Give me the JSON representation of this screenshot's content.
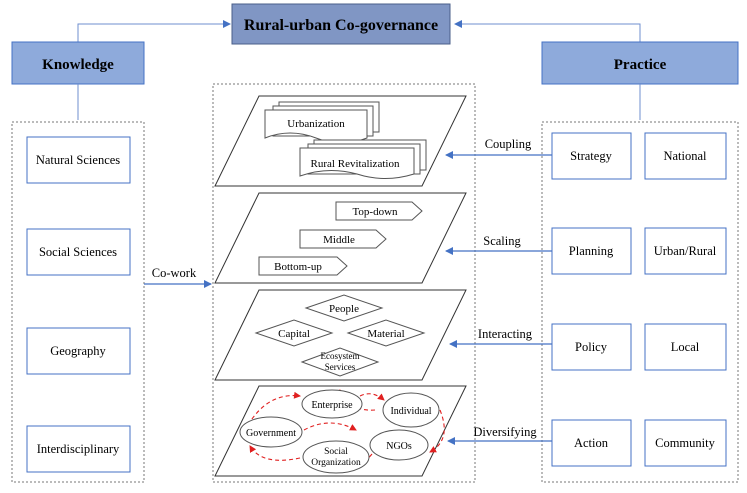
{
  "title": "Rural-urban Co-governance",
  "knowledge": {
    "header": "Knowledge",
    "items": [
      "Natural Sciences",
      "Social Sciences",
      "Geography",
      "Interdisciplinary"
    ]
  },
  "practice": {
    "header": "Practice",
    "left_items": [
      "Strategy",
      "Planning",
      "Policy",
      "Action"
    ],
    "right_items": [
      "National",
      "Urban/Rural",
      "Local",
      "Community"
    ]
  },
  "cowork_label": "Co-work",
  "arrow_labels": [
    "Coupling",
    "Scaling",
    "Interacting",
    "Diversifying"
  ],
  "layer1": {
    "docs": [
      "Urbanization",
      "Rural Revitalization"
    ]
  },
  "layer2": {
    "levels": [
      "Top-down",
      "Middle",
      "Bottom-up"
    ]
  },
  "layer3": {
    "nodes": [
      "People",
      "Capital",
      "Material",
      "Ecosystem",
      "Services"
    ]
  },
  "layer4": {
    "actors": [
      "Enterprise",
      "Individual",
      "Government",
      "NGOs",
      "Social",
      "Organization"
    ]
  },
  "colors": {
    "accent": "#4472c4",
    "header_fill": "#8eaadb",
    "title_fill": "#8096c4",
    "cycle": "#e02020"
  }
}
